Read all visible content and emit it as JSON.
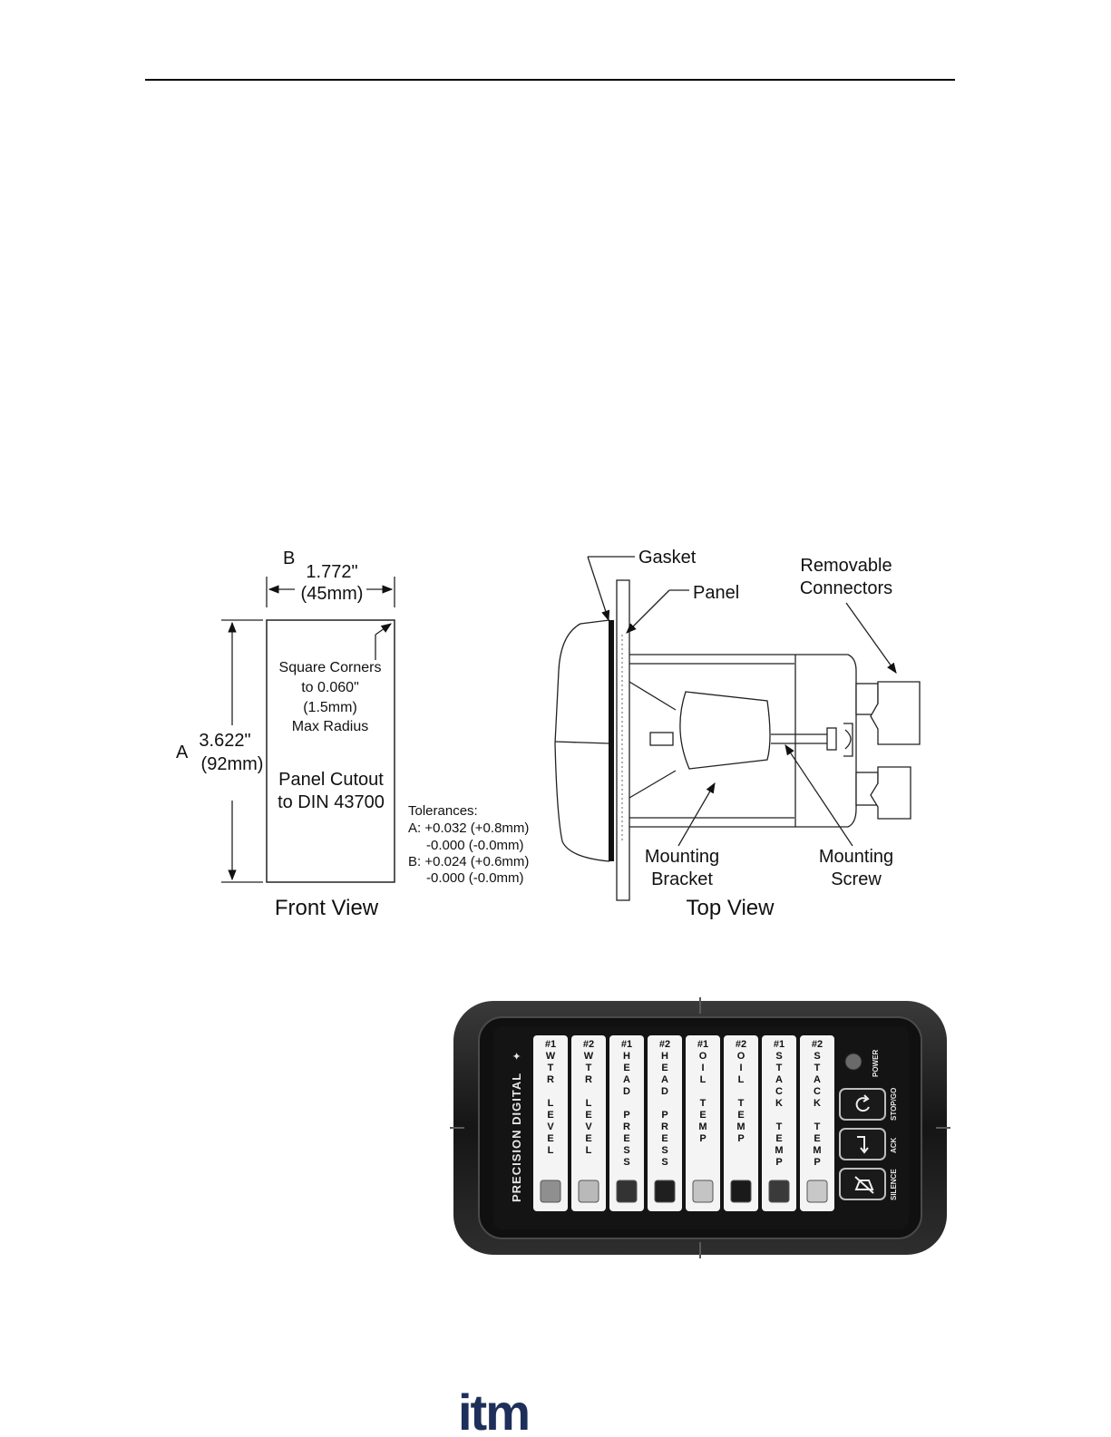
{
  "front_view": {
    "dim_b_letter": "B",
    "dim_b_in": "1.772\"",
    "dim_b_mm": "(45mm)",
    "dim_a_letter": "A",
    "dim_a_in": "3.622\"",
    "dim_a_mm": "(92mm)",
    "corners_note": [
      "Square Corners",
      "to 0.060\"",
      "(1.5mm)",
      "Max Radius"
    ],
    "cutout_note": [
      "Panel Cutout",
      "to DIN 43700"
    ],
    "caption": "Front View"
  },
  "tolerances": {
    "title": "Tolerances:",
    "lines": [
      "A: +0.032 (+0.8mm)",
      "-0.000 (-0.0mm)",
      "B: +0.024 (+0.6mm)",
      "-0.000 (-0.0mm)"
    ]
  },
  "top_view": {
    "gasket": "Gasket",
    "panel": "Panel",
    "removable_connectors": [
      "Removable",
      "Connectors"
    ],
    "mounting_bracket": [
      "Mounting",
      "Bracket"
    ],
    "mounting_screw": [
      "Mounting",
      "Screw"
    ],
    "caption": "Top View"
  },
  "device": {
    "brand": "PRECISION DIGITAL",
    "channels": [
      {
        "label": [
          "#1",
          "W",
          "T",
          "R",
          "",
          "L",
          "E",
          "V",
          "E",
          "L"
        ],
        "lamp": "#8f8f8f"
      },
      {
        "label": [
          "#2",
          "W",
          "T",
          "R",
          "",
          "L",
          "E",
          "V",
          "E",
          "L"
        ],
        "lamp": "#b9b9b9"
      },
      {
        "label": [
          "#1",
          "H",
          "E",
          "A",
          "D",
          "",
          "P",
          "R",
          "E",
          "S",
          "S"
        ],
        "lamp": "#333333"
      },
      {
        "label": [
          "#2",
          "H",
          "E",
          "A",
          "D",
          "",
          "P",
          "R",
          "E",
          "S",
          "S"
        ],
        "lamp": "#1f1f1f"
      },
      {
        "label": [
          "#1",
          "O",
          "I",
          "L",
          "",
          "T",
          "E",
          "M",
          "P"
        ],
        "lamp": "#c4c4c4"
      },
      {
        "label": [
          "#2",
          "O",
          "I",
          "L",
          "",
          "T",
          "E",
          "M",
          "P"
        ],
        "lamp": "#1a1a1a"
      },
      {
        "label": [
          "#1",
          "S",
          "T",
          "A",
          "C",
          "K",
          "",
          "T",
          "E",
          "M",
          "P"
        ],
        "lamp": "#3a3a3a"
      },
      {
        "label": [
          "#2",
          "S",
          "T",
          "A",
          "C",
          "K",
          "",
          "T",
          "E",
          "M",
          "P"
        ],
        "lamp": "#c8c8c8"
      }
    ],
    "power_label": "POWER",
    "buttons": [
      {
        "label": "STOP/GO",
        "icon": "restart-icon"
      },
      {
        "label": "ACK",
        "icon": "return-arrow-icon"
      },
      {
        "label": "SILENCE",
        "icon": "silence-horn-icon"
      }
    ]
  },
  "footer": {
    "logo_text": "itm"
  }
}
